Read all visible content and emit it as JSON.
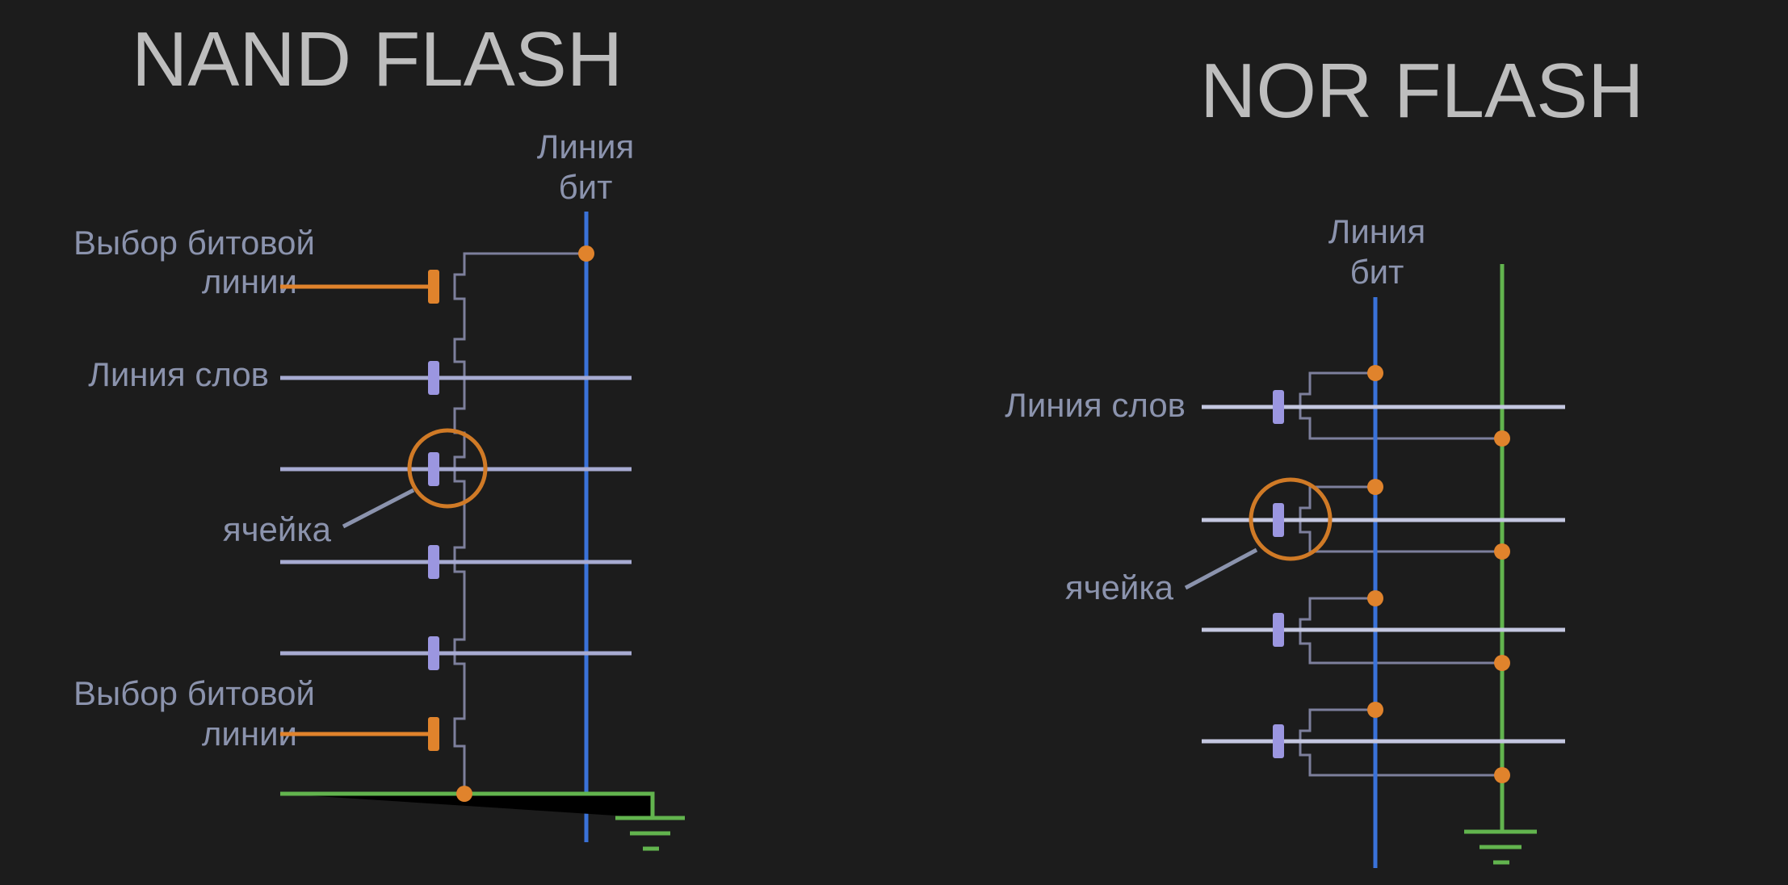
{
  "nand": {
    "title": "NAND FLASH",
    "bitline_label": [
      "Линия",
      "бит"
    ],
    "select_label_top": [
      "Выбор битовой",
      "линии"
    ],
    "word_line_label": "Линия слов",
    "cell_label": "ячейка",
    "select_label_bottom": [
      "Выбор битовой",
      "линии"
    ]
  },
  "nor": {
    "title": "NOR FLASH",
    "bitline_label": [
      "Линия",
      "бит"
    ],
    "word_line_label": "Линия слов",
    "cell_label": "ячейка"
  },
  "colors": {
    "background": "#1c1c1c",
    "bit_line": "#3a72d8",
    "source_line": "#62b44e",
    "select_line": "#e0832c",
    "word_line": "#a7abd2",
    "node": "#e0832c",
    "label": "#8b93ad",
    "title": "#bdbdbd"
  }
}
